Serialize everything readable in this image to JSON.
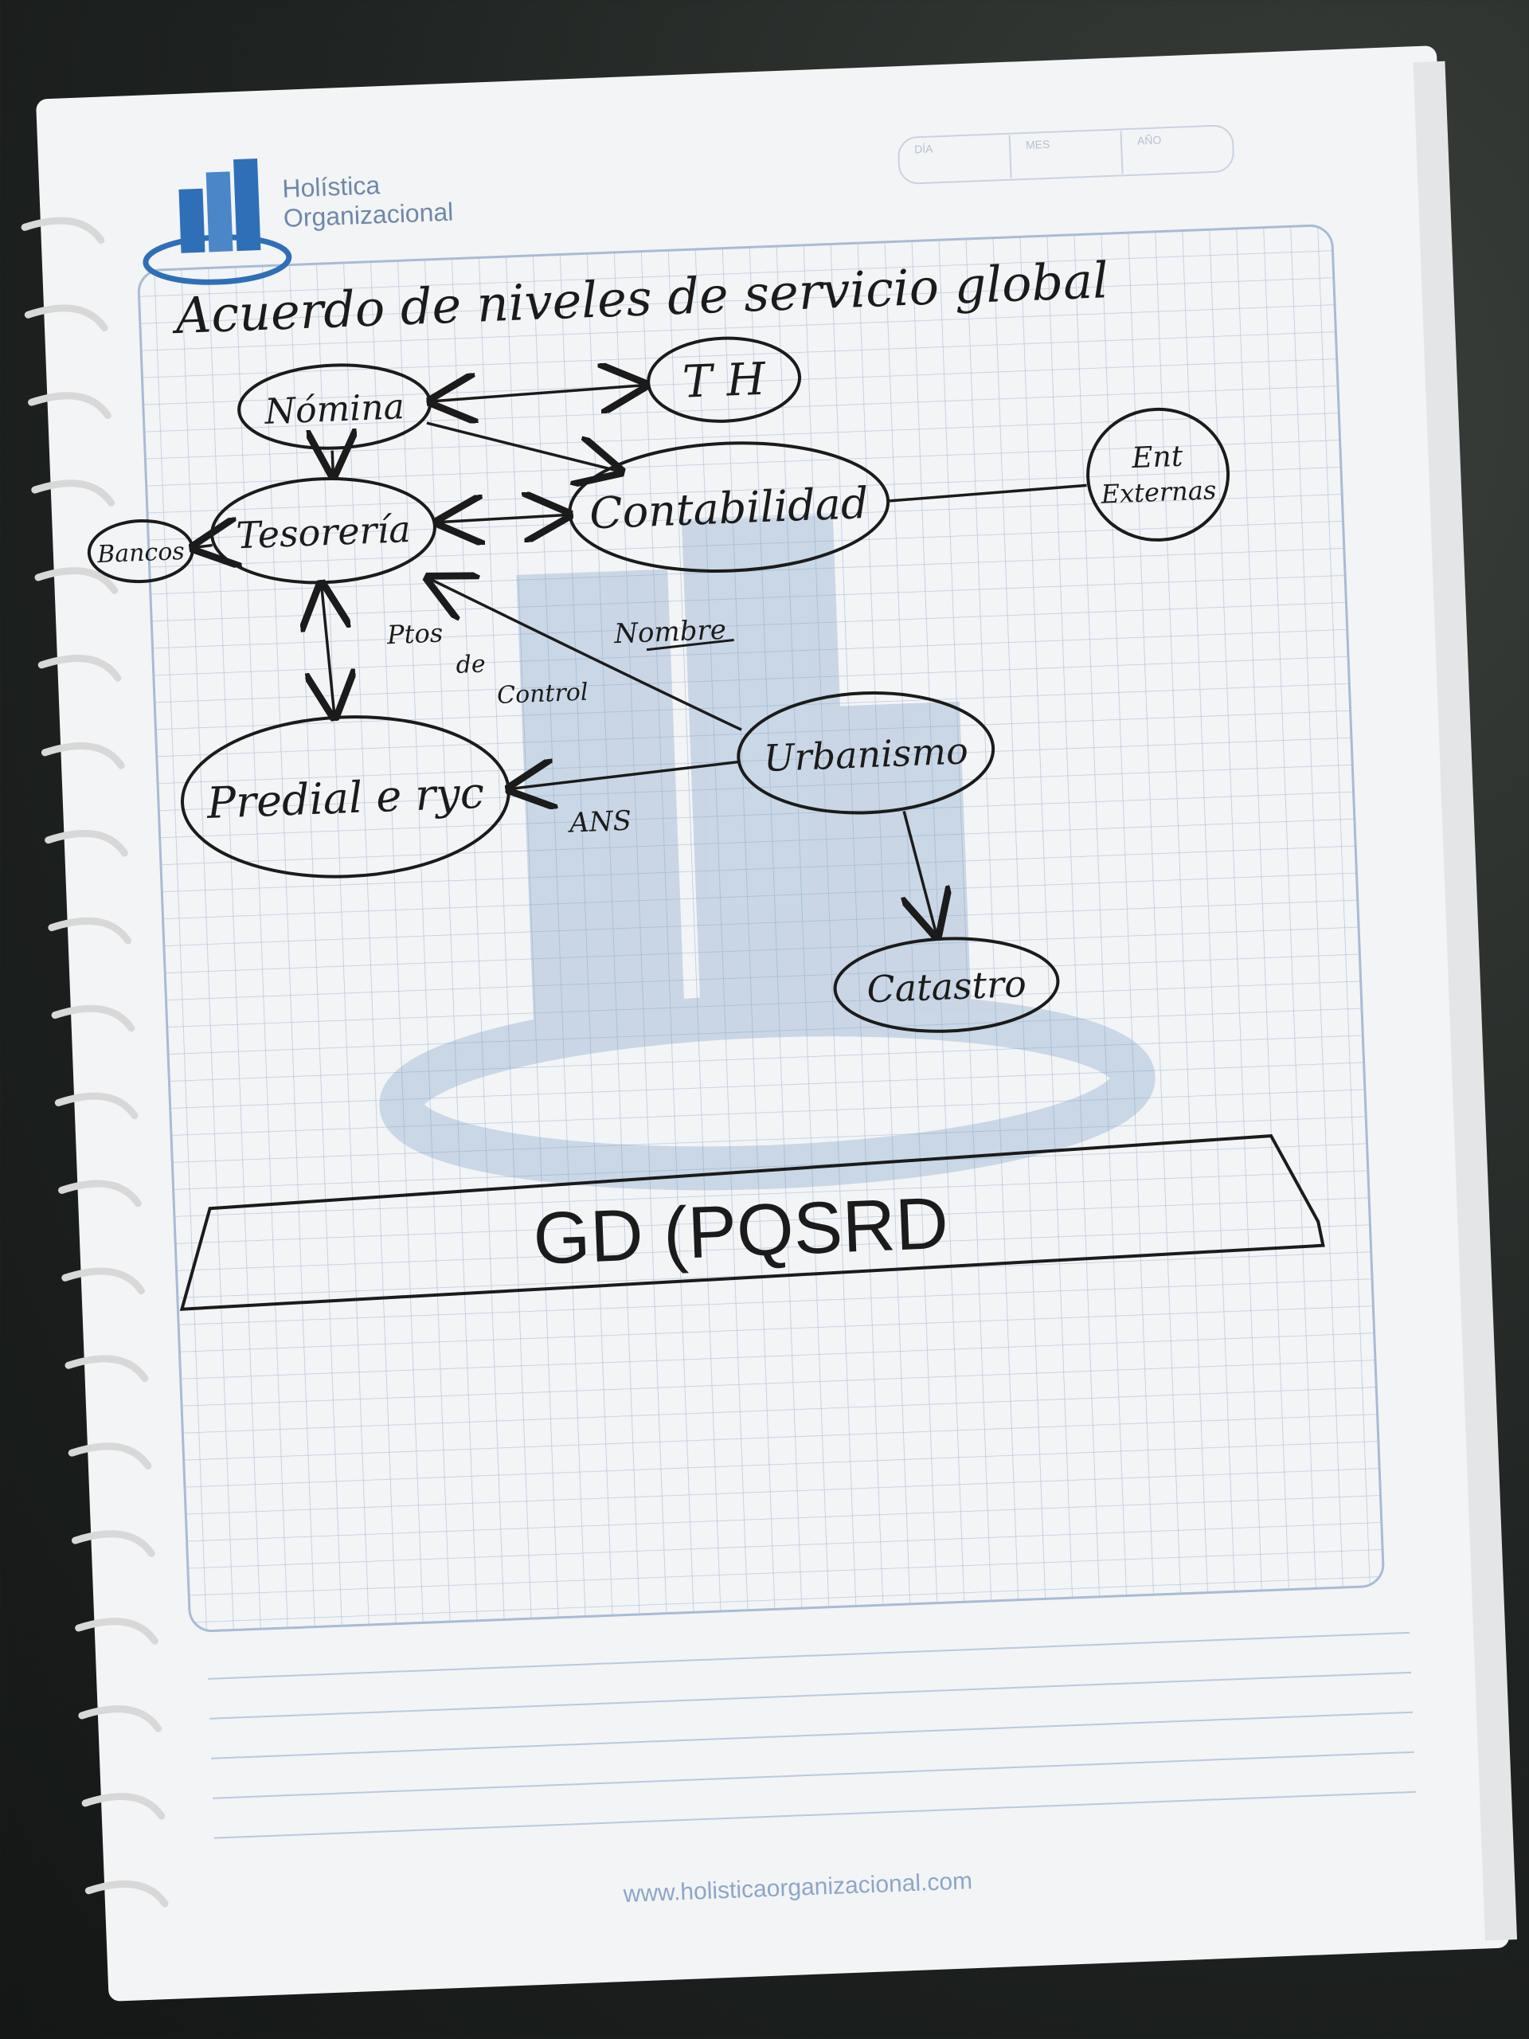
{
  "header": {
    "brand_line1": "Holística",
    "brand_line2": "Organizacional",
    "date_fields": [
      "DÍA",
      "MES",
      "AÑO"
    ]
  },
  "title": "Acuerdo de niveles de servicio global",
  "nodes": {
    "nomina": "Nómina",
    "th": "T H",
    "tesoreria": "Tesorería",
    "bancos": "Bancos",
    "contabilidad": "Contabilidad",
    "ent_externas": [
      "Ent",
      "Externas"
    ],
    "predial": "Predial e ryc",
    "urbanismo": "Urbanismo",
    "catastro": "Catastro"
  },
  "edge_labels": {
    "ptos_de_control": [
      "Ptos",
      "de",
      "Control"
    ],
    "nombre": "Nombre",
    "ans": "ANS"
  },
  "box_text": "GD (PQSRD",
  "footer_url": "www.holisticaorganizacional.com",
  "colors": {
    "paper": "#f3f4f6",
    "grid": "#b9c9de",
    "ink": "#1b1b1b",
    "brand_blue": "#2f6fb7",
    "watermark": "#7fa0c8"
  }
}
